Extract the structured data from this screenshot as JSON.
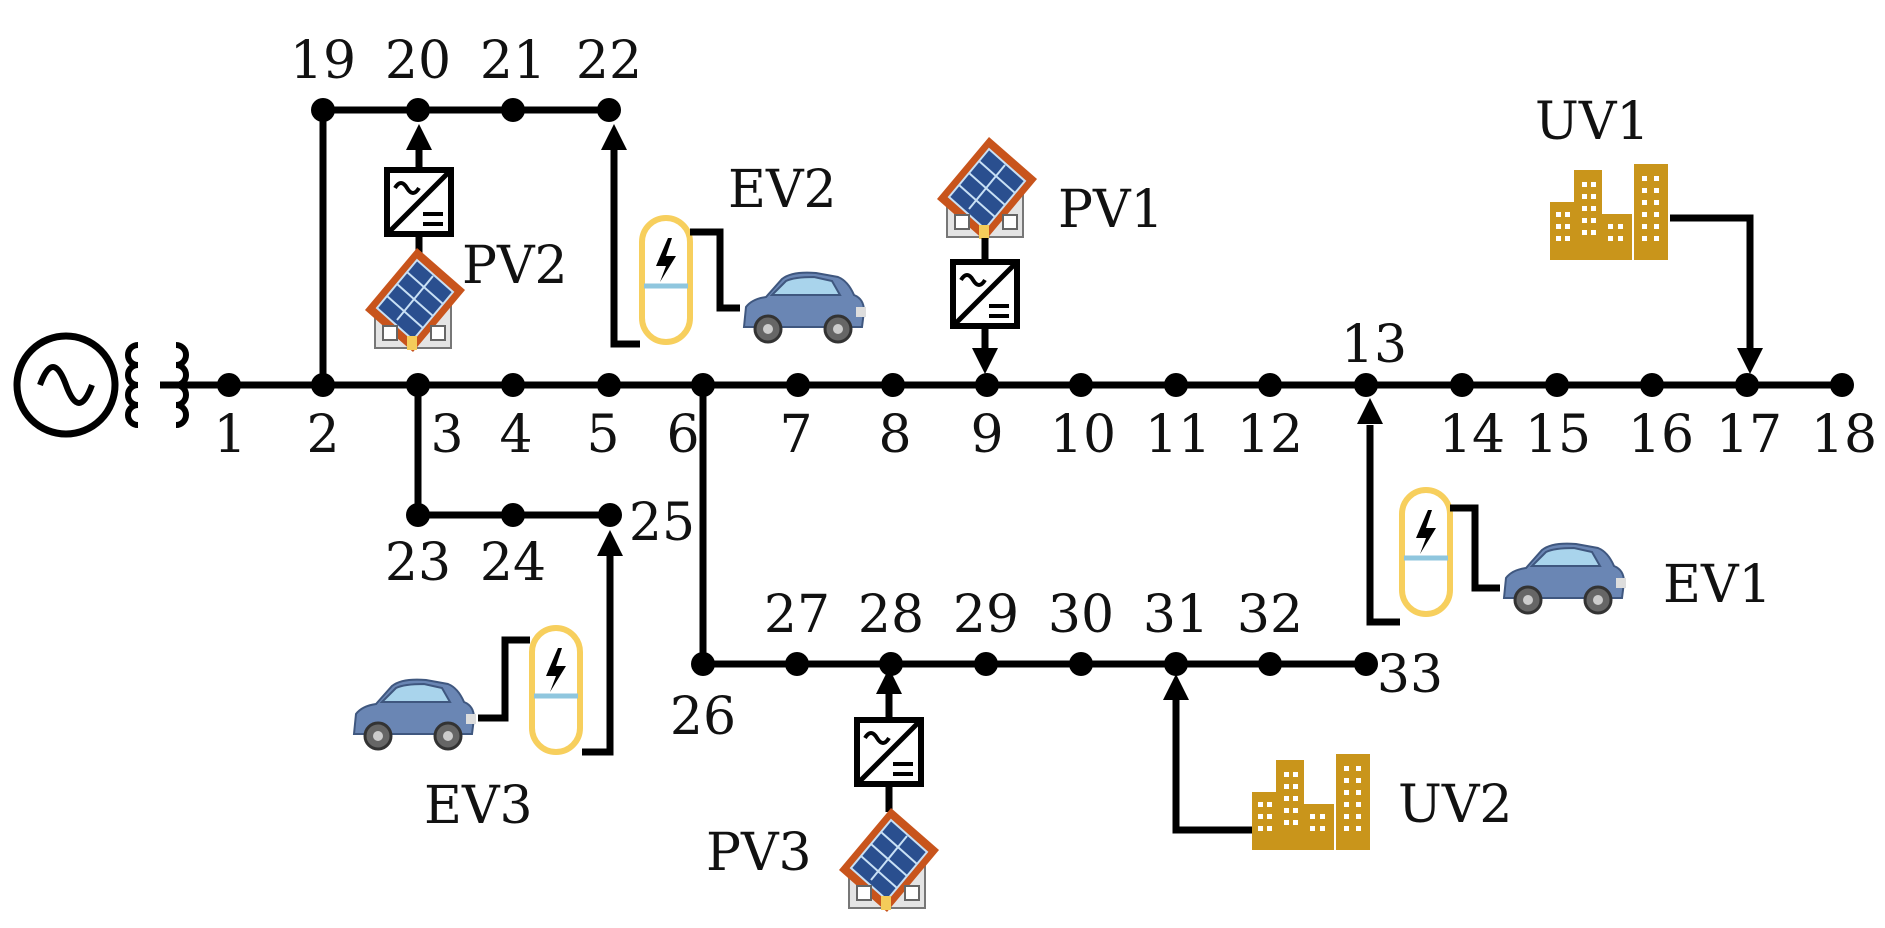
{
  "nodes": [
    "1",
    "2",
    "3",
    "4",
    "5",
    "6",
    "7",
    "8",
    "9",
    "10",
    "11",
    "12",
    "13",
    "14",
    "15",
    "16",
    "17",
    "18",
    "19",
    "20",
    "21",
    "22",
    "23",
    "24",
    "25",
    "26",
    "27",
    "28",
    "29",
    "30",
    "31",
    "32",
    "33"
  ],
  "devices": {
    "pv1": "PV1",
    "pv2": "PV2",
    "pv3": "PV3",
    "ev1": "EV1",
    "ev2": "EV2",
    "ev3": "EV3",
    "uv1": "UV1",
    "uv2": "UV2"
  },
  "colors": {
    "line": "#000000",
    "building": "#c9951b",
    "charger_outline": "#f7cf5d",
    "charger_band": "#8fc6de",
    "car_body": "#6a86b4",
    "solar_panel": "#2a4f8f",
    "roof": "#c8541c"
  },
  "icons": [
    "ac-source-icon",
    "transformer-icon",
    "inverter-icon",
    "house-solar-icon",
    "ev-charger-icon",
    "car-icon",
    "building-icon"
  ]
}
